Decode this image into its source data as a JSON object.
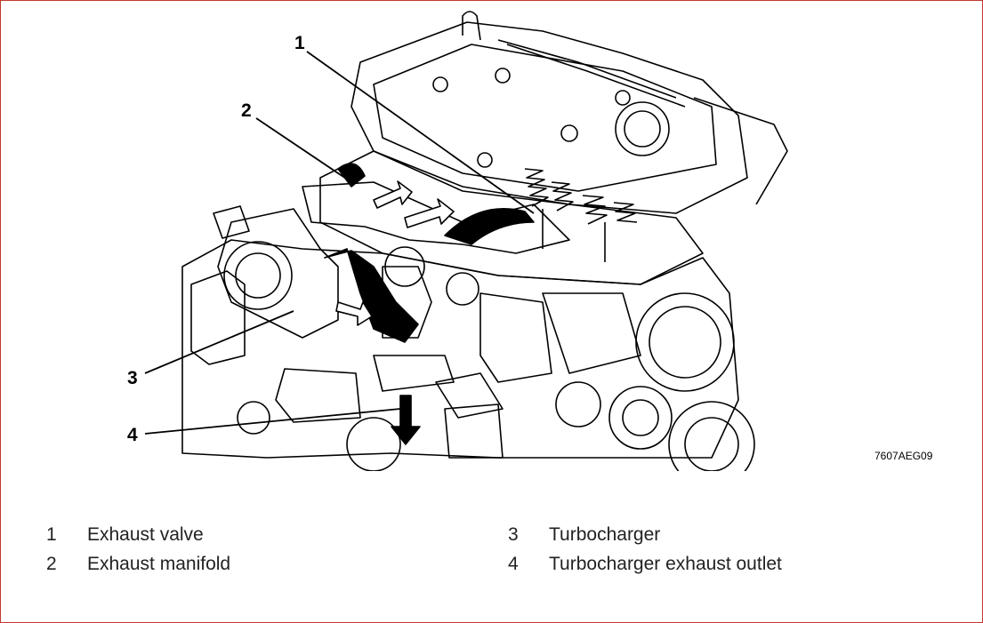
{
  "callouts": [
    "1",
    "2",
    "3",
    "4"
  ],
  "figure_code": "7607AEG09",
  "legend": [
    {
      "num": "1",
      "label": "Exhaust valve"
    },
    {
      "num": "2",
      "label": "Exhaust manifold"
    },
    {
      "num": "3",
      "label": "Turbocharger"
    },
    {
      "num": "4",
      "label": "Turbocharger exhaust outlet"
    }
  ],
  "colors": {
    "ink": "#000000",
    "frame": "#c0392b",
    "paper": "#ffffff"
  }
}
